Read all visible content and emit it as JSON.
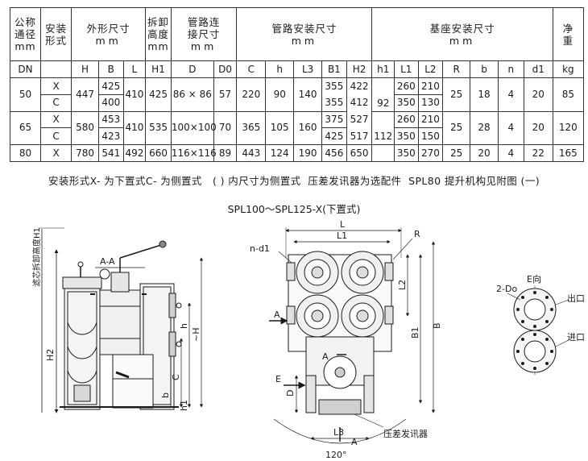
{
  "table": {
    "headers": {
      "nominal_diameter": "公称\n通径\nmm",
      "install_form": "安装\n形式",
      "outer_dims": "外形尺寸",
      "outer_dims_unit": "mm",
      "dismantle_height": "拆卸\n高度\nmm",
      "pipe_conn": "管路连\n接尺寸",
      "pipe_conn_unit": "mm",
      "pipe_install": "管路安装尺寸",
      "pipe_install_unit": "mm",
      "base_install": "基座安装尺寸",
      "base_install_unit": "mm",
      "net_weight": "净\n重"
    },
    "subheaders": [
      "DN",
      "",
      "H",
      "B",
      "L",
      "H1",
      "D",
      "D0",
      "C",
      "h",
      "L3",
      "B1",
      "H2",
      "h1",
      "L1",
      "L2",
      "R",
      "b",
      "n",
      "d1",
      "kg"
    ],
    "rows": {
      "r50": {
        "dn": "50",
        "form_x": "X",
        "form_c": "C",
        "H": "447",
        "B_x": "425",
        "B_c": "400",
        "L": "410",
        "H1": "425",
        "D": "86 × 86",
        "D0": "57",
        "C": "220",
        "h": "90",
        "L3": "140",
        "B1_x": "355",
        "B1_c": "355",
        "H2_x": "422",
        "H2_c": "412",
        "h1": "92",
        "L1_x": "260",
        "L1_c": "350",
        "L2_x": "210",
        "L2_c": "130",
        "R": "25",
        "b": "18",
        "n": "4",
        "d1": "20",
        "kg": "85"
      },
      "r65": {
        "dn": "65",
        "form_x": "X",
        "form_c": "C",
        "H": "580",
        "B_x": "453",
        "B_c": "423",
        "L": "410",
        "H1": "535",
        "D": "100×100",
        "D0": "70",
        "C": "365",
        "h": "105",
        "L3": "160",
        "B1_x": "375",
        "B1_c": "425",
        "H2_x": "527",
        "H2_c": "517",
        "h1": "112",
        "L1_x": "260",
        "L1_c": "350",
        "L2_x": "210",
        "L2_c": "150",
        "R": "25",
        "b": "28",
        "n": "4",
        "d1": "20",
        "kg": "120"
      },
      "r80": {
        "dn": "80",
        "form": "X",
        "H": "780",
        "B": "541",
        "L": "492",
        "H1": "660",
        "D": "116×116",
        "D0": "89",
        "C": "443",
        "h": "124",
        "L3": "190",
        "B1": "456",
        "H2": "650",
        "h1": "",
        "L1": "350",
        "L2": "270",
        "R": "25",
        "b": "20",
        "n": "4",
        "d1": "22",
        "kg": "165"
      }
    }
  },
  "footnote": "安装形式X- 为下置式C- 为侧置式   ( ) 内尺寸为侧置式  压差发讯器为选配件  SPL80 提升机构见附图 (一)",
  "drawing_title": "SPL100～SPL125-X(下置式)",
  "drawings": {
    "side": {
      "label_height": "滤芯拆卸高度H1",
      "label_section": "A-A",
      "label_H2": "H2",
      "label_h": "h",
      "label_H": "~H",
      "label_C": "C",
      "label_b": "b",
      "label_h1": "h1"
    },
    "plan": {
      "label_L": "L",
      "label_L1": "L1",
      "label_R": "R",
      "label_nd1": "n-d1",
      "label_L2": "L2",
      "label_B1": "B1",
      "label_B": "B",
      "label_A": "A",
      "label_E": "E",
      "label_D": "D",
      "label_L3": "L3",
      "label_angle": "120°",
      "label_sensor": "压差发讯器"
    },
    "flange": {
      "label_view": "E向",
      "label_holes": "2-Do",
      "label_outlet": "出口",
      "label_inlet": "进口"
    }
  }
}
